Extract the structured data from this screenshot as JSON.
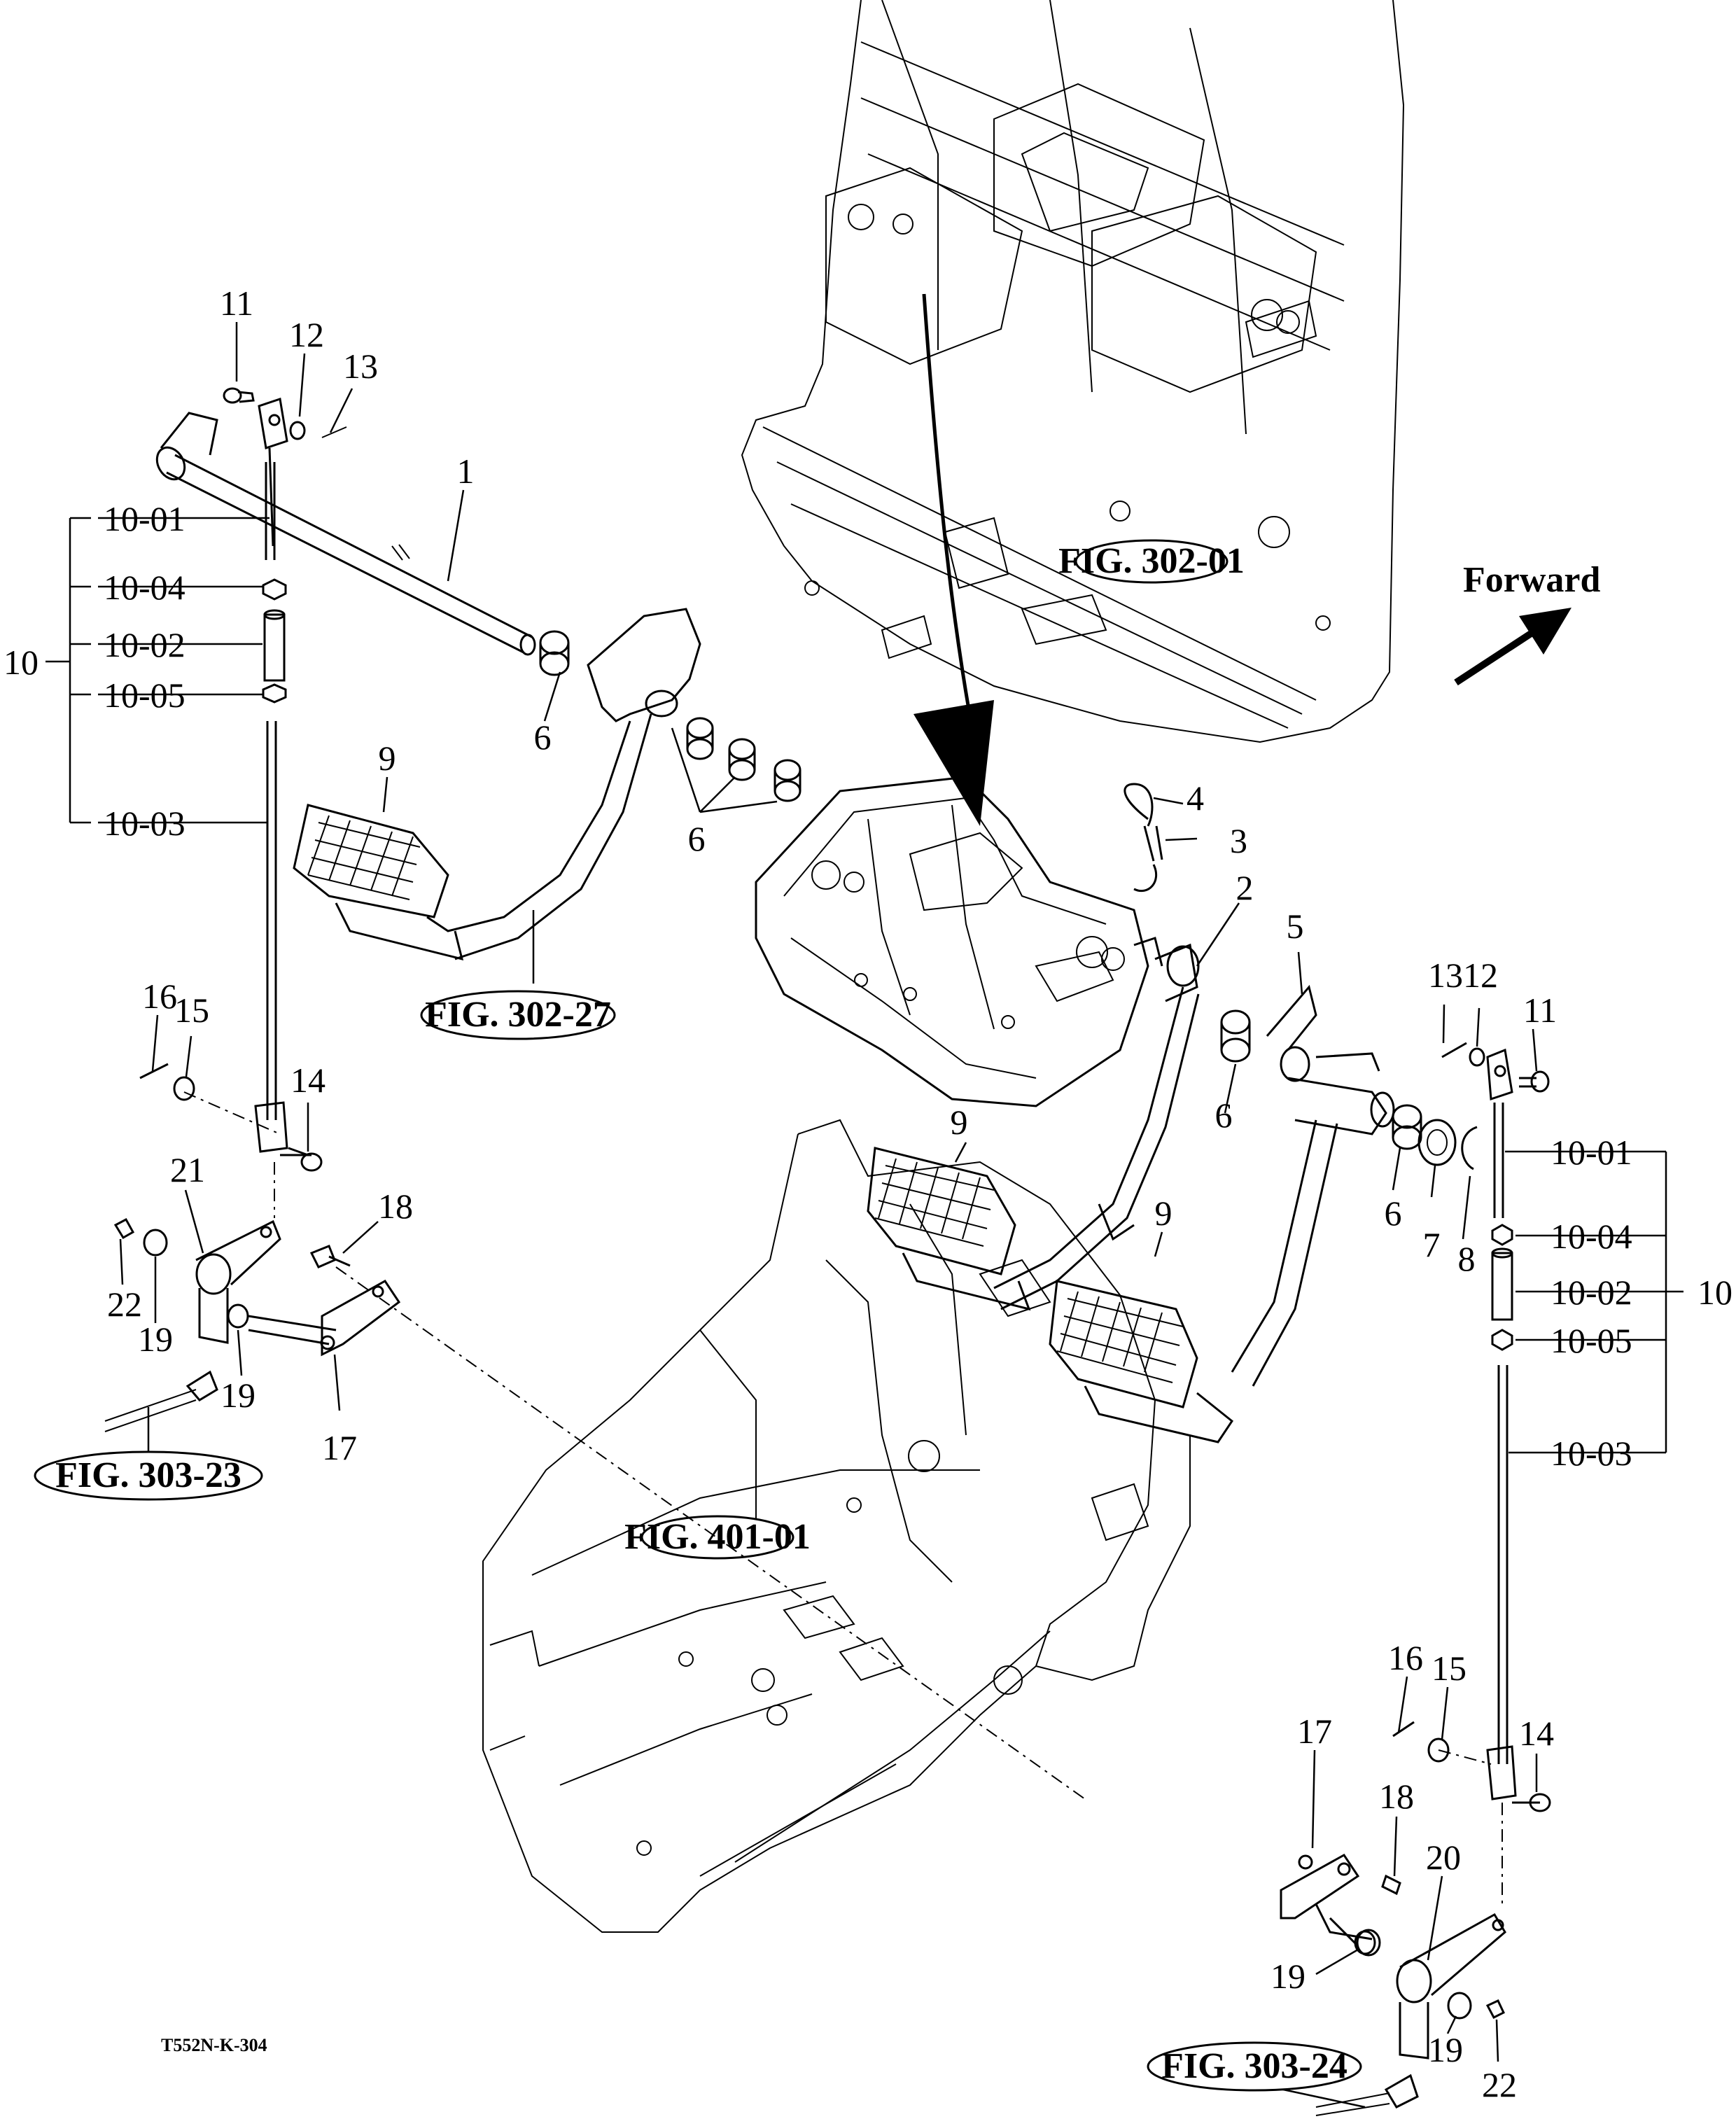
{
  "direction_label": "Forward",
  "drawing_code": "T552N-K-304",
  "figure_refs": {
    "upper": "FIG. 302-01",
    "pedal": "FIG. 302-27",
    "left_link": "FIG. 303-23",
    "transmission": "FIG. 401-01",
    "right_link": "FIG. 303-24"
  },
  "callouts": {
    "c1": "1",
    "c2": "2",
    "c3": "3",
    "c4": "4",
    "c5": "5",
    "c6a": "6",
    "c6b": "6",
    "c6c": "6",
    "c6d": "6",
    "c7": "7",
    "c8": "8",
    "c9a": "9",
    "c9b": "9",
    "c9c": "9",
    "c10a": "10",
    "c10b": "10",
    "l10_01": "10-01",
    "l10_04": "10-04",
    "l10_02": "10-02",
    "l10_05": "10-05",
    "l10_03": "10-03",
    "r10_01": "10-01",
    "r10_04": "10-04",
    "r10_02": "10-02",
    "r10_05": "10-05",
    "r10_03": "10-03",
    "c11a": "11",
    "c11b": "11",
    "c12a": "12",
    "c12b": "12",
    "c13a": "13",
    "c13b": "13",
    "c14a": "14",
    "c14b": "14",
    "c15a": "15",
    "c15b": "15",
    "c16a": "16",
    "c16b": "16",
    "c17a": "17",
    "c17b": "17",
    "c18a": "18",
    "c18b": "18",
    "c19a": "19",
    "c19b": "19",
    "c19c": "19",
    "c19d": "19",
    "c20": "20",
    "c21": "21",
    "c22a": "22",
    "c22b": "22"
  }
}
